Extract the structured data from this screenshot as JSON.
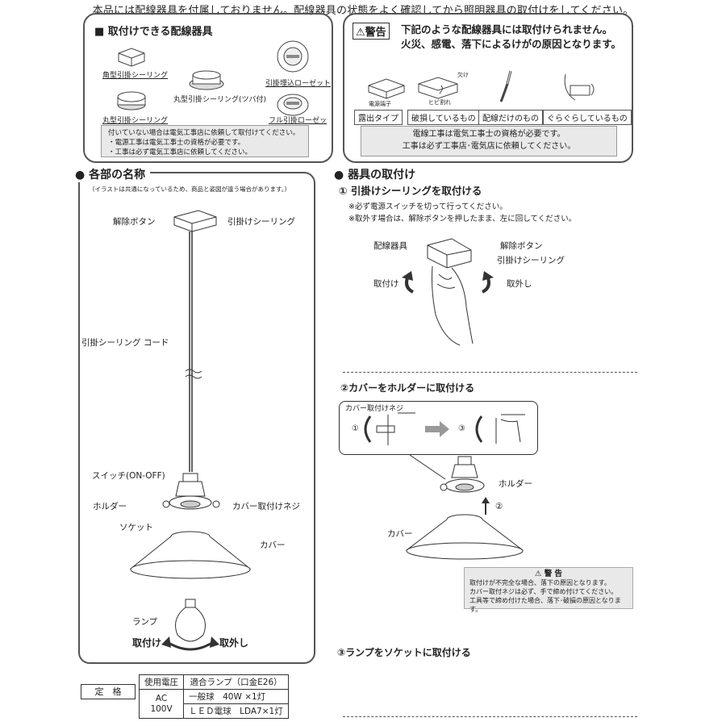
{
  "top_note": "本品には配線器具を付属しておりません。配線器具の状態をよく確認してから照明器具の取付けをしてください。",
  "compatible": {
    "title": "■ 取付けできる配線器具",
    "items": [
      "角型引掛シーリング",
      "丸型引掛シーリング(ツバ付)",
      "引掛埋込ローゼット",
      "丸型引掛シーリング",
      "フル引掛ローゼット"
    ],
    "note_lines": [
      "付いていない場合は電気工事店に依頼して取付けてください。",
      "・電源工事は電気工事士の資格が必要です。",
      "・工事は必ず電気工事店に依頼してください。"
    ]
  },
  "warning": {
    "badge": "⚠警告",
    "line1": "下記のような配線器具には取付けられません。",
    "line2": "火災、感電、落下によるけがの原因となります。",
    "img_labels": [
      "電源端子",
      "欠け",
      "ヒビ割れ"
    ],
    "tags": [
      "露出タイプ",
      "破損しているもの",
      "配線だけのもの",
      "ぐらぐらしているもの"
    ],
    "note_lines": [
      "電線工事は電気工事士の資格が必要です。",
      "工事は必ず工事店･電気店に依頼してください。"
    ]
  },
  "parts": {
    "title": "● 各部の名称",
    "subtitle": "（イラストは共通になっているため、商品と姿図が違う場合があります。）",
    "labels": {
      "release_button": "解除ボタン",
      "ceiling": "引掛けシーリング",
      "cord": "引掛シーリング コード",
      "switch": "スイッチ(ON-OFF)",
      "holder": "ホルダー",
      "cover_screw": "カバー取付けネジ",
      "socket": "ソケット",
      "cover": "カバー",
      "lamp": "ランプ",
      "attach": "取付け",
      "detach": "取外し"
    }
  },
  "install": {
    "title": "● 器具の取付け",
    "step1": {
      "title": "① 引掛けシーリングを取付ける",
      "notes": [
        "※必ず電源スイッチを切って行ってください。",
        "※取外す場合は、解除ボタンを押したまま、左に回してください。"
      ],
      "labels": {
        "wiring": "配線器具",
        "release": "解除ボタン",
        "ceiling": "引掛けシーリング",
        "attach": "取付け",
        "detach": "取外し"
      }
    },
    "step2": {
      "title": "②カバーをホルダーに取付ける",
      "screw_label": "カバー取付けネジ",
      "num1": "①",
      "num3": "③",
      "holder": "ホルダー",
      "cover": "カバー",
      "arrow_num": "②"
    },
    "caution": {
      "title": "⚠ 警 告",
      "lines": [
        "取付けが不完全な場合、落下の原因となります。",
        "カバー取付ネジは必ず、手で締め付けてください。",
        "工具等で締め付けた場合、落下･破損の原因となります。"
      ]
    },
    "step3": {
      "title": "③ランプをソケットに取付ける"
    }
  },
  "spec": {
    "label": "定　格",
    "h1": "使用電圧",
    "h2": "適合ランプ（口金E26）",
    "voltage_a": "AC",
    "voltage_b": "100V",
    "row1": "一般球　40W ×1灯",
    "row2": "ＬＥＤ電球　LDA7×1灯"
  }
}
